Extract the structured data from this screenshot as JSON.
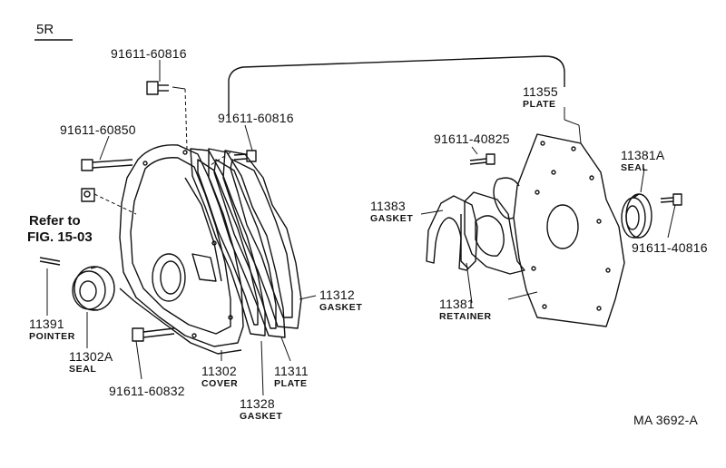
{
  "diagram": {
    "corner_code": "5R",
    "figure_ref": "MA 3692-A",
    "refer_note_line1": "Refer to",
    "refer_note_line2": "FIG. 15-03",
    "parts": {
      "bolt_top_left": "91611-60816",
      "bolt_top_mid": "91611-60816",
      "bolt_long": "91611-60850",
      "bolt_lower": "91611-60832",
      "bolt_plate": "91611-40825",
      "bolt_seal_right": "91611-40816",
      "pointer_no": "11391",
      "pointer_name": "POINTER",
      "seal_front_no": "11302A",
      "seal_front_name": "SEAL",
      "cover_no": "11302",
      "cover_name": "COVER",
      "gasket_inner_no": "11328",
      "gasket_inner_name": "GASKET",
      "plate_front_no": "11311",
      "plate_front_name": "PLATE",
      "gasket_outer_no": "11312",
      "gasket_outer_name": "GASKET",
      "plate_rear_no": "11355",
      "plate_rear_name": "PLATE",
      "seal_rear_no": "11381A",
      "seal_rear_name": "SEAL",
      "gasket_retainer_no": "11383",
      "gasket_retainer_name": "GASKET",
      "retainer_no": "11381",
      "retainer_name": "RETAINER"
    }
  }
}
